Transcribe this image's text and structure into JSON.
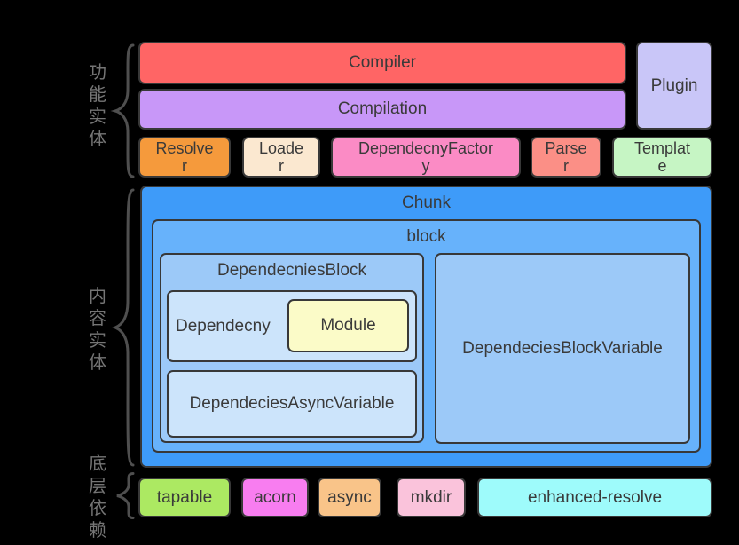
{
  "side_labels": {
    "functional": "功能实体",
    "content": "内容实体",
    "base": "底层依赖"
  },
  "functional_entities": {
    "compiler": "Compiler",
    "compilation": "Compilation",
    "plugin": "Plugin",
    "resolver": "Resolve\nr",
    "loader": "Loade\nr",
    "dependency_factory": "DependecnyFactor\ny",
    "parser": "Parse\nr",
    "template": "Templat\ne"
  },
  "content_entities": {
    "chunk": "Chunk",
    "block": "block",
    "dependencies_block": "DependecniesBlock",
    "dependency": "Dependecny",
    "module": "Module",
    "dependencies_async_variable": "DependeciesAsyncVariable",
    "dependencies_block_variable": "DependeciesBlockVariable"
  },
  "base_dependencies": {
    "tapable": "tapable",
    "acorn": "acorn",
    "async": "async",
    "mkdir": "mkdir",
    "enhanced_resolve": "enhanced-resolve"
  },
  "colors": {
    "background": "#000000",
    "compiler": "#FF6565",
    "compilation": "#C897F8",
    "plugin": "#C9C6F8",
    "resolver": "#F59A3C",
    "loader": "#FBE8D0",
    "dependency_factory": "#FB8BC5",
    "parser": "#FB8F86",
    "template": "#C6F5C4",
    "chunk": "#3E9BF9",
    "block": "#67B2FB",
    "dependencies_block": "#9CC9F8",
    "dependency_box": "#CCE4FB",
    "module": "#FBFBC8",
    "tapable": "#ACE962",
    "acorn": "#F87DF0",
    "async": "#F9C489",
    "mkdir": "#FAC3DB",
    "enhanced_resolve": "#9EFBFB",
    "border": "#383838",
    "box_text": "#3A3A3A",
    "side_label_text": "#757575",
    "brace": "#4F4F4F"
  }
}
